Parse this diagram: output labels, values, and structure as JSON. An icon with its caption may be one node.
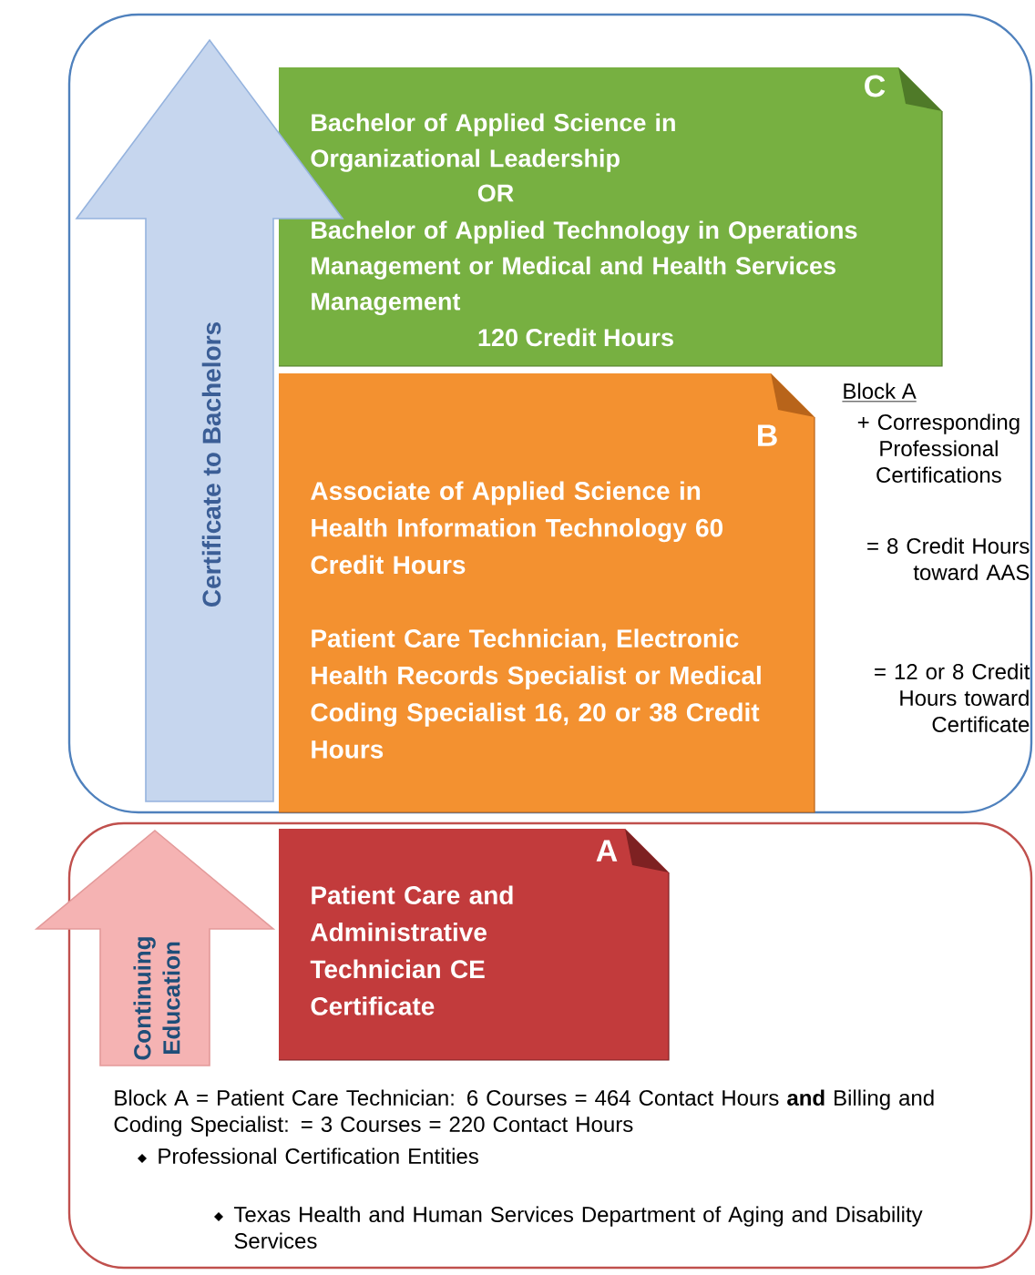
{
  "diagram": {
    "nodes": [
      {
        "text": [
          "C",
          "Bachelor of Applied Science in Organizational Leadership",
          "OR",
          "Bachelor of Applied Technology in Operations Management or Medical and Health Services Management",
          "120 Credit Hours"
        ]
      },
      {
        "text": [
          "B",
          "Associate of Applied Science in Health Information Technology 60 Credit Hours",
          "Patient Care Technician, Electronic Health Records Specialist or Medical Coding Specialist 16, 20 or 38 Credit Hours"
        ]
      },
      {
        "text": [
          "A",
          "Patient Care and Administrative Technician CE Certificate"
        ]
      },
      {
        "text": [
          "Certificate to Bachelors"
        ]
      },
      {
        "text": [
          "Continuing Education"
        ]
      }
    ],
    "labels": [
      "Block A",
      "+ Corresponding Professional Certifications",
      "= 8 Credit Hours toward AAS",
      "= 12 or 8 Credit Hours toward Certificate",
      "Block A = Patient Care Technician: 6 Courses = 464 Contact Hours **and** Billing and Coding Specialist: = 3 Courses = 220 Contact Hours",
      "Professional Certification Entities",
      "Texas Health and Human Services Department of Aging and Disability Services"
    ]
  }
}
